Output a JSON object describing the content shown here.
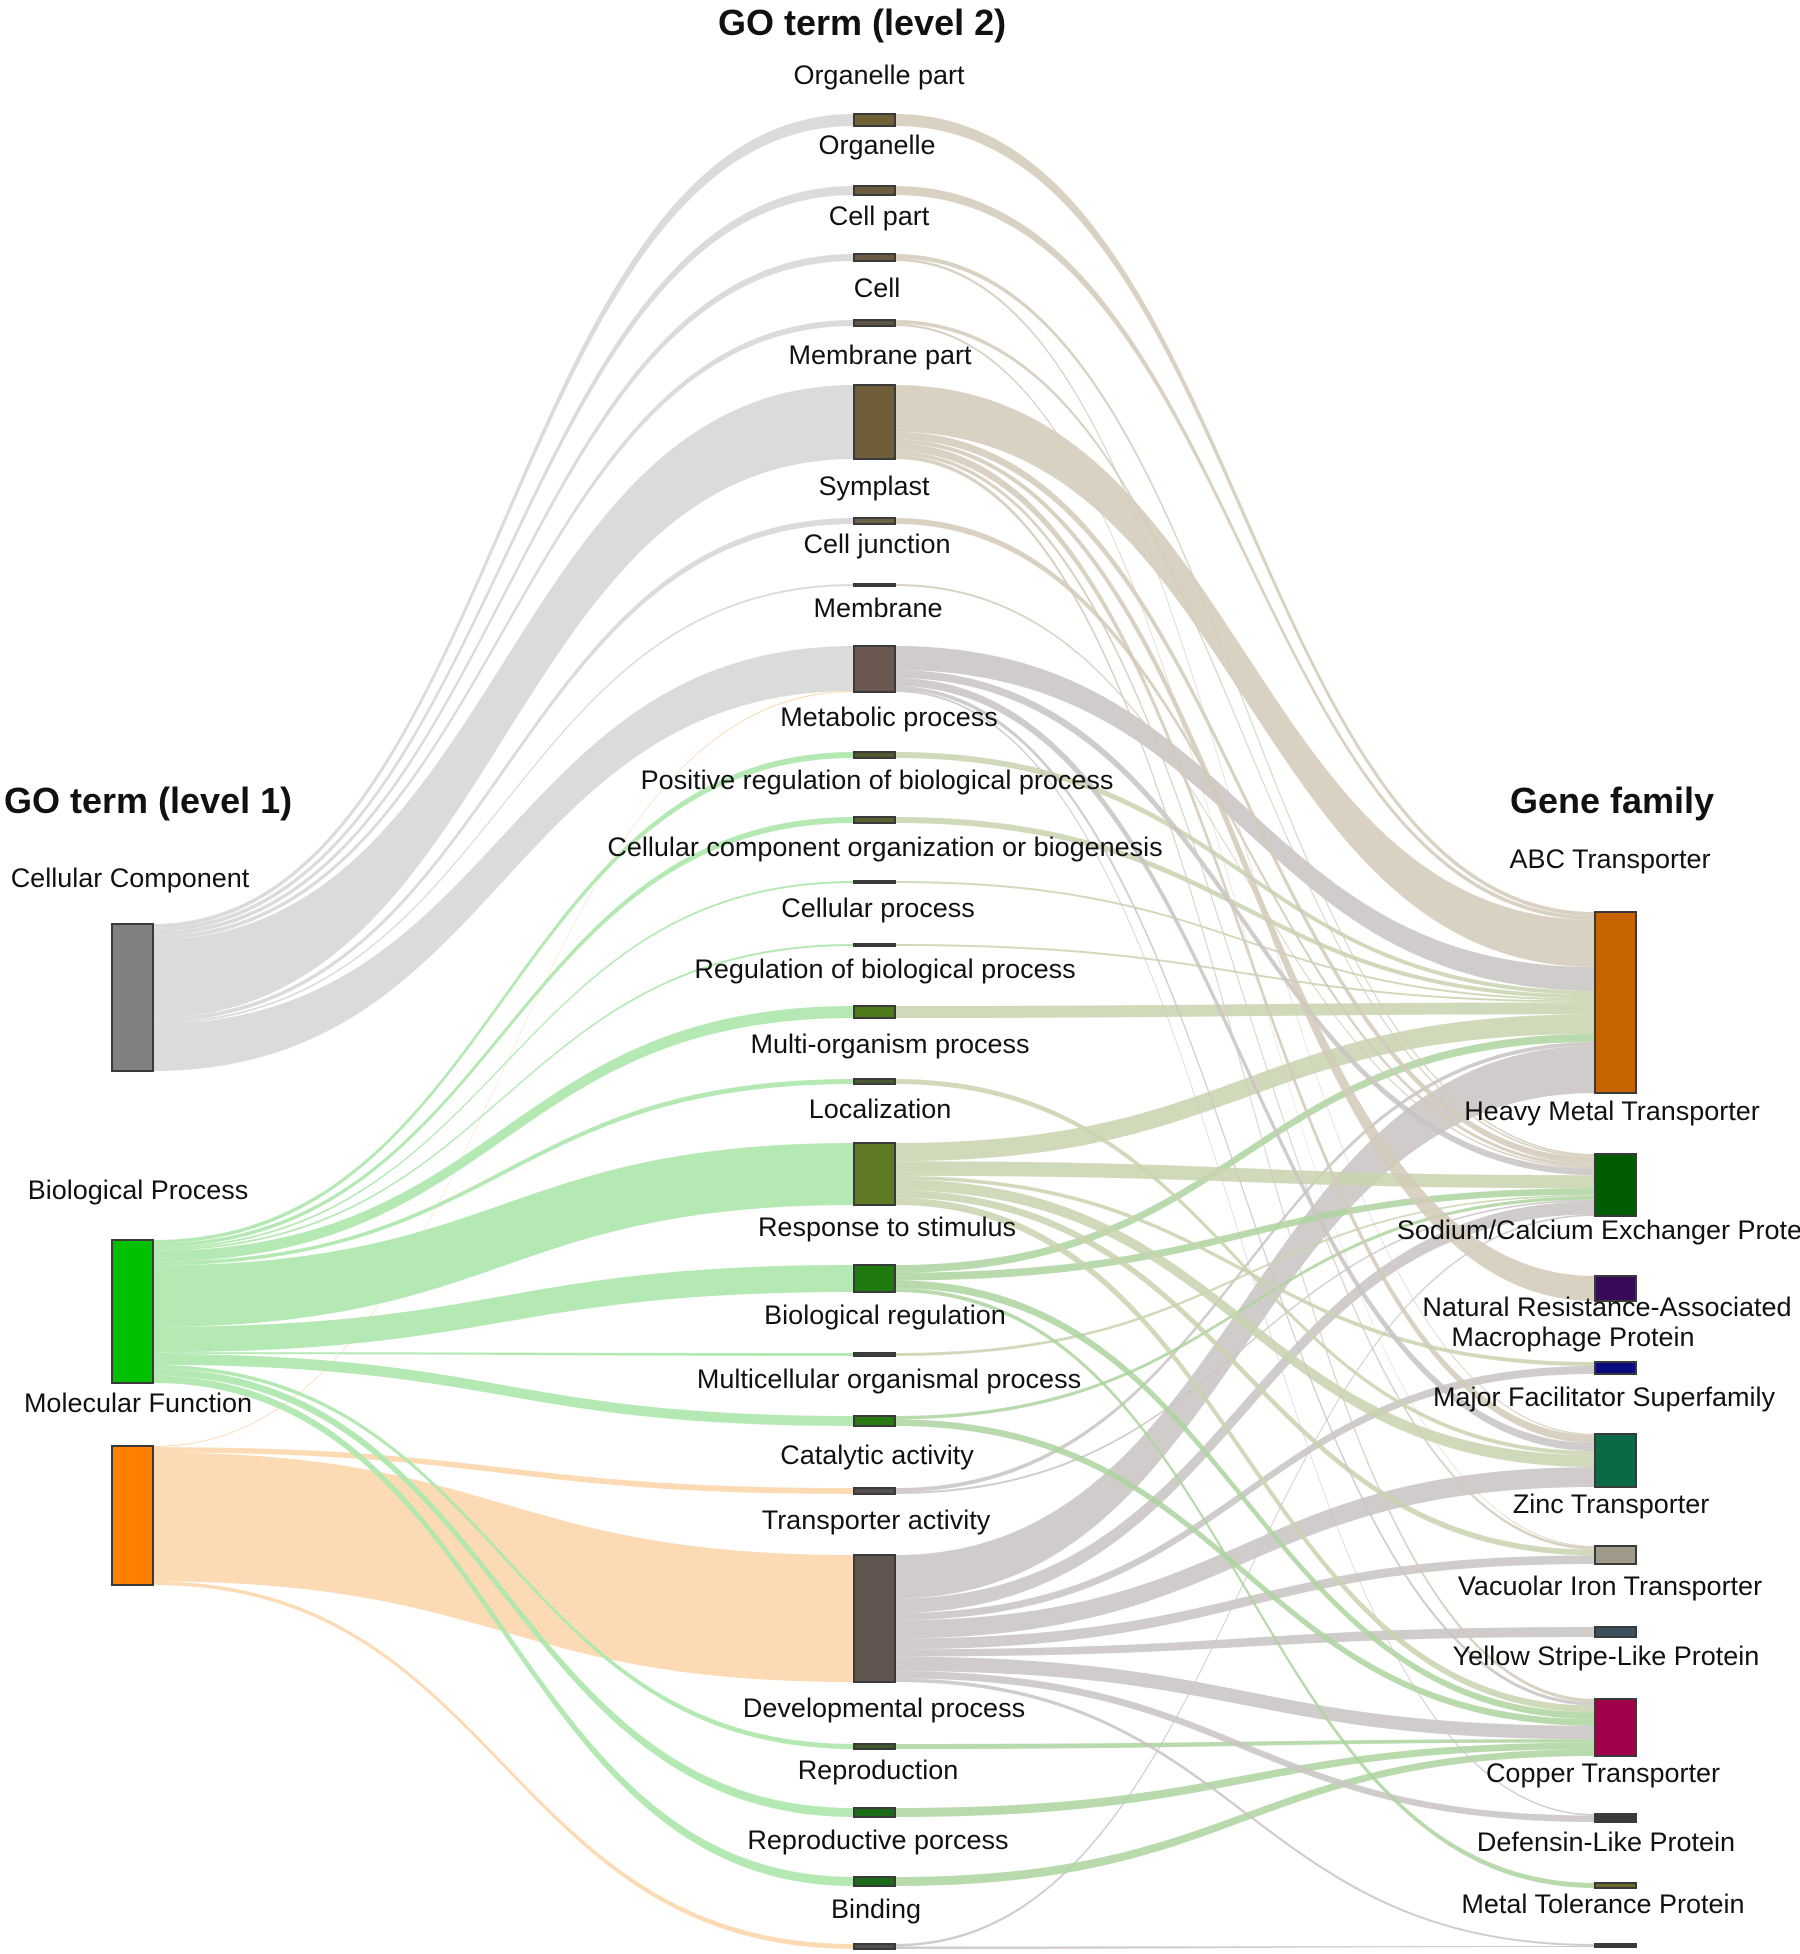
{
  "column_titles": {
    "level1": "GO term (level 1)",
    "level2": "GO term (level 2)",
    "family": "Gene family"
  },
  "level1_nodes": [
    {
      "id": "cc",
      "label": "Cellular Component",
      "color": "#808080",
      "link_color": "#d9d9d9"
    },
    {
      "id": "bp",
      "label": "Biological Process",
      "color": "#00c000",
      "link_color": "#b0e8b0"
    },
    {
      "id": "mf",
      "label": "Molecular Function",
      "color": "#ff8000",
      "link_color": "#fcd9b0"
    }
  ],
  "level2_nodes": [
    {
      "id": "organelle_part",
      "label": "Organelle part",
      "color": "#6f6236"
    },
    {
      "id": "organelle",
      "label": "Organelle",
      "color": "#6b5c40"
    },
    {
      "id": "cell_part",
      "label": "Cell part",
      "color": "#6b5a44"
    },
    {
      "id": "cell",
      "label": "Cell",
      "color": "#5e5448"
    },
    {
      "id": "membrane_part",
      "label": "Membrane part",
      "color": "#6f5c38"
    },
    {
      "id": "symplast",
      "label": "Symplast",
      "color": "#6b6248"
    },
    {
      "id": "cell_junction",
      "label": "Cell junction",
      "color": "#555555"
    },
    {
      "id": "membrane",
      "label": "Membrane",
      "color": "#6b5850"
    },
    {
      "id": "metabolic",
      "label": "Metabolic process",
      "color": "#4f5a30"
    },
    {
      "id": "pos_reg",
      "label": "Positive regulation of biological process",
      "color": "#5a6030"
    },
    {
      "id": "cco",
      "label": "Cellular component organization or biogenesis",
      "color": "#444444"
    },
    {
      "id": "cellular_process",
      "label": "Cellular process",
      "color": "#444444"
    },
    {
      "id": "reg_bp",
      "label": "Regulation of biological process",
      "color": "#4f7a1a"
    },
    {
      "id": "multi_org",
      "label": "Multi-organism process",
      "color": "#4a5a30"
    },
    {
      "id": "localization",
      "label": "Localization",
      "color": "#5e7a22"
    },
    {
      "id": "response",
      "label": "Response to stimulus",
      "color": "#1f7a10"
    },
    {
      "id": "bio_reg",
      "label": "Biological regulation",
      "color": "#444444"
    },
    {
      "id": "multicell",
      "label": "Multicellular organismal process",
      "color": "#2a7a14"
    },
    {
      "id": "catalytic",
      "label": "Catalytic activity",
      "color": "#555050"
    },
    {
      "id": "transporter",
      "label": "Transporter activity",
      "color": "#615550"
    },
    {
      "id": "developmental",
      "label": "Developmental process",
      "color": "#3a5a28"
    },
    {
      "id": "reproduction",
      "label": "Reproduction",
      "color": "#1a6a18"
    },
    {
      "id": "repro_process",
      "label": "Reproductive porcess",
      "color": "#1a6a18"
    },
    {
      "id": "binding",
      "label": "Binding",
      "color": "#505050"
    }
  ],
  "family_nodes": [
    {
      "id": "abc",
      "label": "ABC Transporter",
      "color": "#c86400"
    },
    {
      "id": "hmt",
      "label": "Heavy Metal Transporter",
      "color": "#005c00"
    },
    {
      "id": "ncx",
      "label": "Sodium/Calcium Exchanger Protein",
      "color": "#3a0a5a"
    },
    {
      "id": "nramp",
      "label": "Natural Resistance-Associated",
      "label2": "Macrophage Protein",
      "color": "#0a0a80"
    },
    {
      "id": "mfs",
      "label": "Major Facilitator Superfamily",
      "color": "#0a6a46"
    },
    {
      "id": "zinc",
      "label": "Zinc Transporter",
      "color": "#a09a8a"
    },
    {
      "id": "vit",
      "label": "Vacuolar Iron Transporter",
      "color": "#3e5060"
    },
    {
      "id": "ysl",
      "label": "Yellow Stripe-Like Protein",
      "color": "#a0004a"
    },
    {
      "id": "copper",
      "label": "Copper Transporter",
      "color": "#3a3a3a"
    },
    {
      "id": "defensin",
      "label": "Defensin-Like Protein",
      "color": "#6a6a2a"
    },
    {
      "id": "mtp",
      "label": "Metal Tolerance Protein",
      "color": "#3a3a3a"
    }
  ],
  "flows_level1_to_level2": [
    {
      "source": "cc",
      "target": "organelle_part",
      "value": 1
    },
    {
      "source": "cc",
      "target": "organelle",
      "value": 1
    },
    {
      "source": "cc",
      "target": "cell_part",
      "value": 1
    },
    {
      "source": "cc",
      "target": "cell",
      "value": 1
    },
    {
      "source": "cc",
      "target": "membrane_part",
      "value": 20
    },
    {
      "source": "cc",
      "target": "symplast",
      "value": 1
    },
    {
      "source": "cc",
      "target": "cell_junction",
      "value": 0.5
    },
    {
      "source": "cc",
      "target": "membrane",
      "value": 12
    },
    {
      "source": "bp",
      "target": "metabolic",
      "value": 1
    },
    {
      "source": "bp",
      "target": "pos_reg",
      "value": 1
    },
    {
      "source": "bp",
      "target": "cco",
      "value": 0.5
    },
    {
      "source": "bp",
      "target": "cellular_process",
      "value": 0.5
    },
    {
      "source": "bp",
      "target": "reg_bp",
      "value": 3
    },
    {
      "source": "bp",
      "target": "multi_org",
      "value": 1
    },
    {
      "source": "bp",
      "target": "localization",
      "value": 17
    },
    {
      "source": "bp",
      "target": "response",
      "value": 7
    },
    {
      "source": "bp",
      "target": "bio_reg",
      "value": 0.5
    },
    {
      "source": "bp",
      "target": "multicell",
      "value": 3
    },
    {
      "source": "bp",
      "target": "developmental",
      "value": 1
    },
    {
      "source": "bp",
      "target": "reproduction",
      "value": 2
    },
    {
      "source": "bp",
      "target": "repro_process",
      "value": 2
    },
    {
      "source": "mf",
      "target": "catalytic",
      "value": 1.5
    },
    {
      "source": "mf",
      "target": "transporter",
      "value": 36
    },
    {
      "source": "mf",
      "target": "binding",
      "value": 1
    },
    {
      "source": "mf",
      "target": "membrane",
      "value": 0.3
    }
  ],
  "flows_level2_to_family": [
    {
      "source": "organelle_part",
      "target": "abc",
      "value": 1
    },
    {
      "source": "organelle",
      "target": "abc",
      "value": 1
    },
    {
      "source": "cell_part",
      "target": "hmt",
      "value": 0.5
    },
    {
      "source": "cell_part",
      "target": "mfs",
      "value": 0.3
    },
    {
      "source": "cell",
      "target": "hmt",
      "value": 0.5
    },
    {
      "source": "cell",
      "target": "zinc",
      "value": 0.3
    },
    {
      "source": "membrane_part",
      "target": "abc",
      "value": 12
    },
    {
      "source": "membrane_part",
      "target": "hmt",
      "value": 2
    },
    {
      "source": "membrane_part",
      "target": "mfs",
      "value": 2
    },
    {
      "source": "membrane_part",
      "target": "zinc",
      "value": 1
    },
    {
      "source": "membrane_part",
      "target": "ysl",
      "value": 1
    },
    {
      "source": "membrane_part",
      "target": "ncx",
      "value": 1
    },
    {
      "source": "symplast",
      "target": "hmt",
      "value": 1
    },
    {
      "source": "cell_junction",
      "target": "hmt",
      "value": 0.5
    },
    {
      "source": "membrane",
      "target": "abc",
      "value": 6
    },
    {
      "source": "membrane",
      "target": "hmt",
      "value": 2
    },
    {
      "source": "membrane",
      "target": "mfs",
      "value": 2
    },
    {
      "source": "membrane",
      "target": "ysl",
      "value": 1
    },
    {
      "source": "membrane",
      "target": "copper",
      "value": 0.5
    },
    {
      "source": "metabolic",
      "target": "abc",
      "value": 1
    },
    {
      "source": "pos_reg",
      "target": "abc",
      "value": 1
    },
    {
      "source": "cco",
      "target": "abc",
      "value": 0.5
    },
    {
      "source": "cellular_process",
      "target": "abc",
      "value": 0.5
    },
    {
      "source": "reg_bp",
      "target": "abc",
      "value": 3
    },
    {
      "source": "multi_org",
      "target": "mfs",
      "value": 1
    },
    {
      "source": "localization",
      "target": "abc",
      "value": 5
    },
    {
      "source": "localization",
      "target": "hmt",
      "value": 4
    },
    {
      "source": "localization",
      "target": "mfs",
      "value": 3
    },
    {
      "source": "localization",
      "target": "zinc",
      "value": 2
    },
    {
      "source": "localization",
      "target": "ysl",
      "value": 2
    },
    {
      "source": "localization",
      "target": "nramp",
      "value": 1
    },
    {
      "source": "response",
      "target": "abc",
      "value": 2
    },
    {
      "source": "response",
      "target": "hmt",
      "value": 2
    },
    {
      "source": "response",
      "target": "ysl",
      "value": 2
    },
    {
      "source": "response",
      "target": "defensin",
      "value": 1
    },
    {
      "source": "bio_reg",
      "target": "hmt",
      "value": 0.5
    },
    {
      "source": "multicell",
      "target": "ysl",
      "value": 2
    },
    {
      "source": "multicell",
      "target": "hmt",
      "value": 1
    },
    {
      "source": "catalytic",
      "target": "abc",
      "value": 1
    },
    {
      "source": "catalytic",
      "target": "hmt",
      "value": 0.5
    },
    {
      "source": "transporter",
      "target": "abc",
      "value": 12
    },
    {
      "source": "transporter",
      "target": "hmt",
      "value": 4
    },
    {
      "source": "transporter",
      "target": "nramp",
      "value": 2
    },
    {
      "source": "transporter",
      "target": "mfs",
      "value": 5
    },
    {
      "source": "transporter",
      "target": "zinc",
      "value": 3
    },
    {
      "source": "transporter",
      "target": "vit",
      "value": 2
    },
    {
      "source": "transporter",
      "target": "ysl",
      "value": 4
    },
    {
      "source": "transporter",
      "target": "copper",
      "value": 2
    },
    {
      "source": "transporter",
      "target": "mtp",
      "value": 1
    },
    {
      "source": "developmental",
      "target": "ysl",
      "value": 1
    },
    {
      "source": "reproduction",
      "target": "ysl",
      "value": 2
    },
    {
      "source": "repro_process",
      "target": "ysl",
      "value": 2
    },
    {
      "source": "binding",
      "target": "hmt",
      "value": 0.5
    },
    {
      "source": "binding",
      "target": "mtp",
      "value": 0.5
    }
  ]
}
